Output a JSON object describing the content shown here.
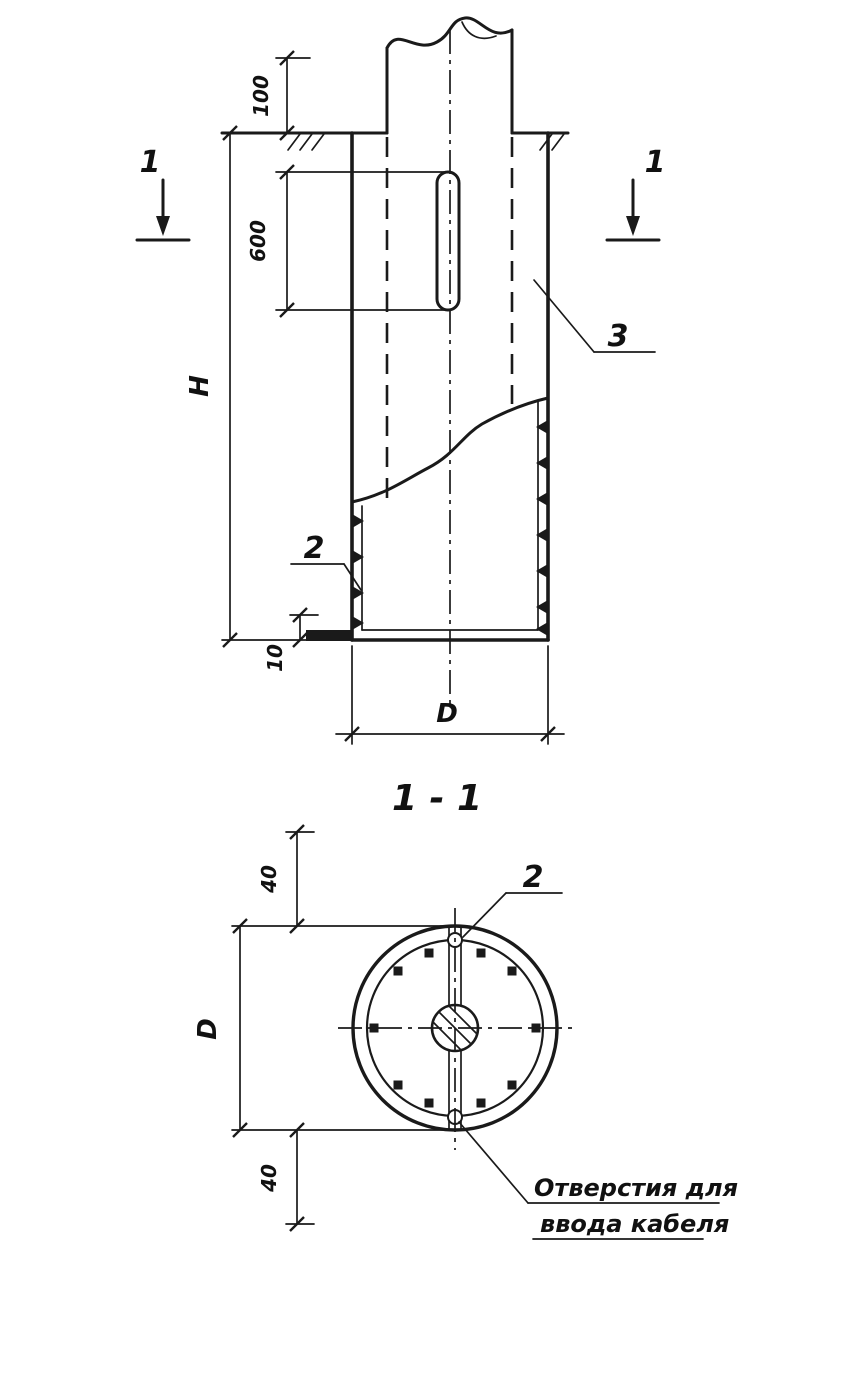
{
  "colors": {
    "ink": "#1a1a1a",
    "paper": "#ffffff"
  },
  "drawing_title": "1 - 1",
  "elevation": {
    "dim_top": "100",
    "dim_slot": "600",
    "dim_height": "H",
    "dim_bottom": "10",
    "dim_diameter": "D",
    "section_marker_left": "1",
    "section_marker_right": "1",
    "callout_2": "2",
    "callout_3": "3"
  },
  "section": {
    "dim_edge_top": "40",
    "dim_diameter": "D",
    "dim_edge_bottom": "40",
    "callout_2": "2",
    "note_line1": "Отверстия для",
    "note_line2": "ввода кабеля"
  }
}
